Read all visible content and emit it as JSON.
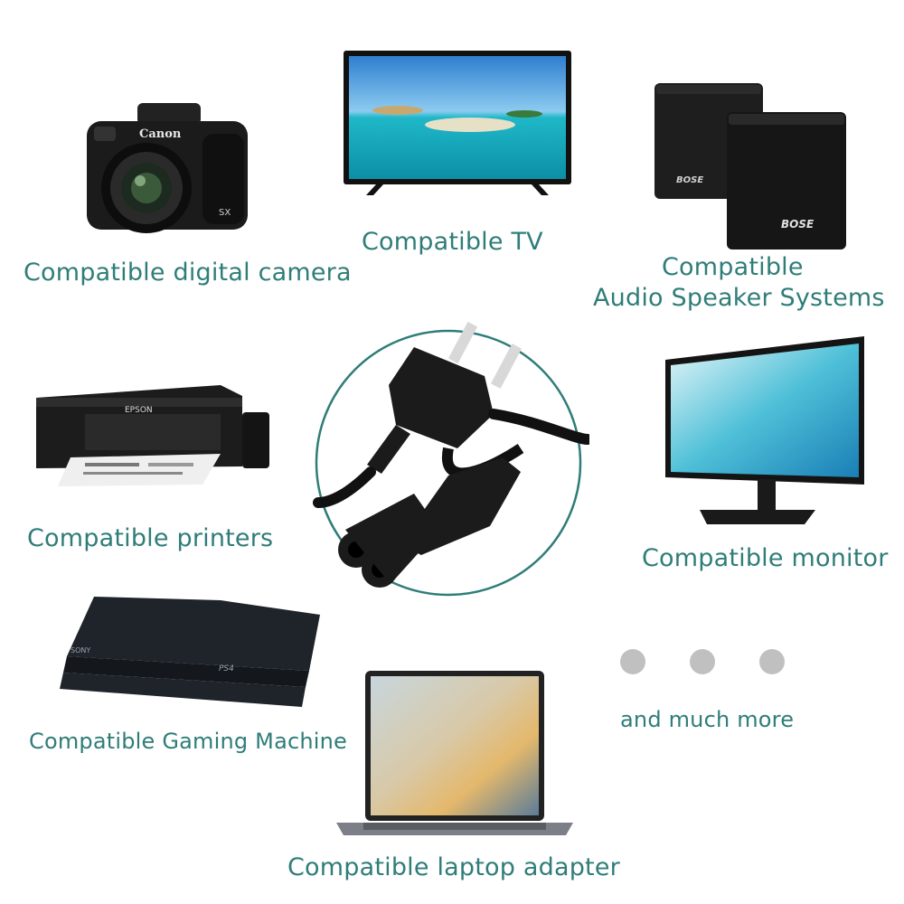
{
  "labels": {
    "camera": "Compatible digital camera",
    "tv": "Compatible TV",
    "speakers_line1": "Compatible",
    "speakers_line2": "Audio Speaker Systems",
    "printers": "Compatible printers",
    "monitor": "Compatible monitor",
    "gaming": "Compatible Gaming Machine",
    "laptop": "Compatible laptop adapter",
    "more": "and much more"
  },
  "brands": {
    "camera_brand": "Canon",
    "camera_model": "SX",
    "printer_brand": "EPSON",
    "speaker_brand": "BOSE",
    "console_brand": "SONY",
    "console_model": "PS4"
  },
  "colors": {
    "label_text": "#2f7d79",
    "circle_outline": "#2f7d79",
    "dots": "#c0c0c0",
    "device_black": "#1a1a1a"
  },
  "icons": [
    "camera-icon",
    "tv-icon",
    "speakers-icon",
    "power-cord-icon",
    "printer-icon",
    "monitor-icon",
    "game-console-icon",
    "laptop-icon"
  ]
}
